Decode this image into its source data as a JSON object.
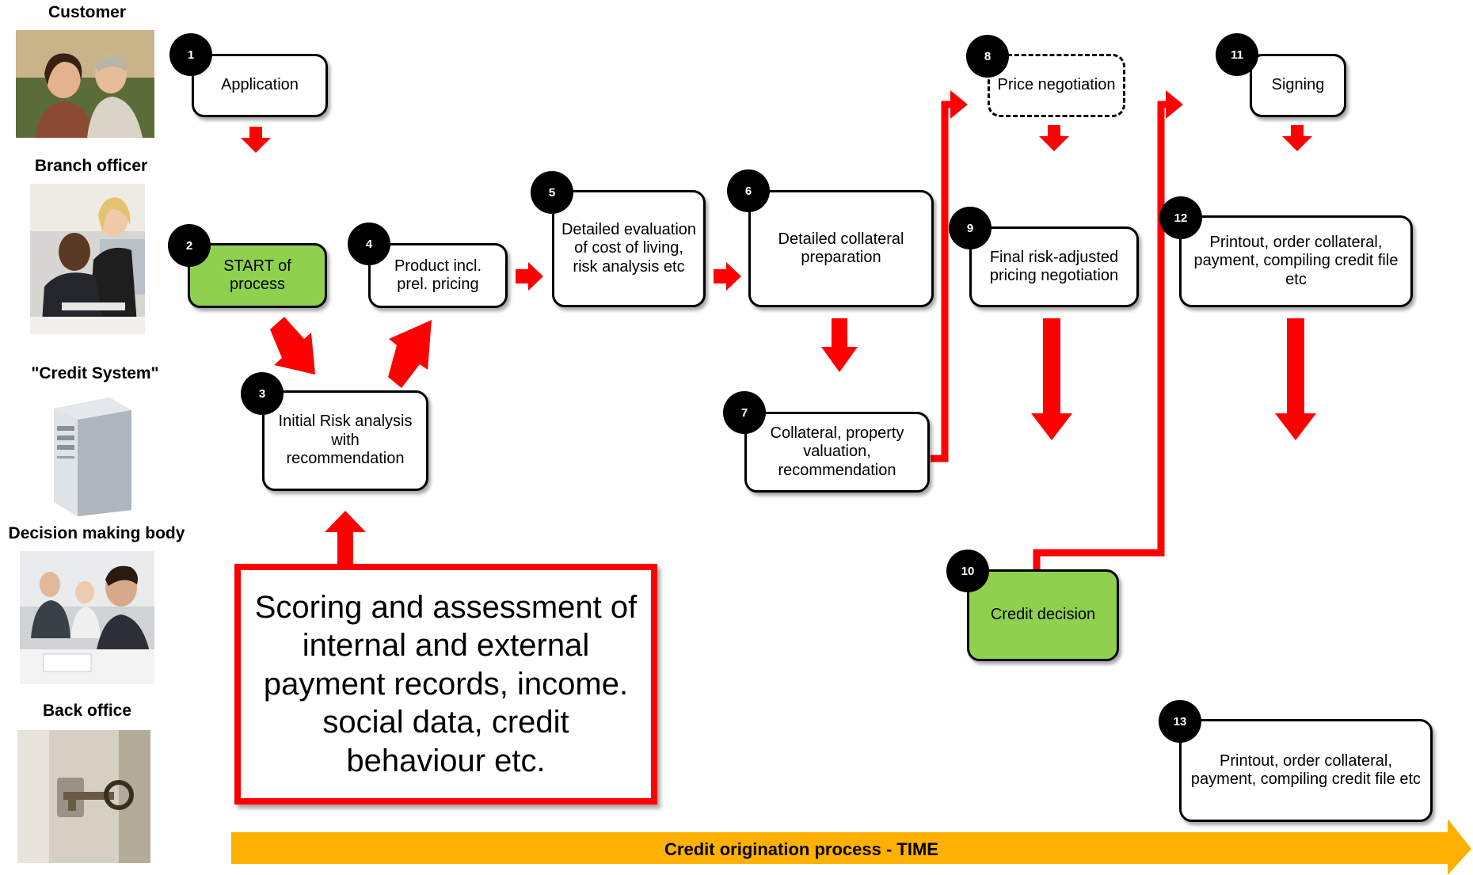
{
  "lanes": [
    {
      "title": "Customer",
      "icon": "customer-photo"
    },
    {
      "title": "Branch officer",
      "icon": "branch-officer-photo"
    },
    {
      "title": "\"Credit System\"",
      "icon": "server-tower-icon"
    },
    {
      "title": "Decision making body",
      "icon": "meeting-photo"
    },
    {
      "title": "Back office",
      "icon": "door-key-photo"
    }
  ],
  "steps": [
    {
      "number": "1",
      "label": "Application"
    },
    {
      "number": "2",
      "label": "START of process"
    },
    {
      "number": "3",
      "label": "Initial Risk analysis with recommendation"
    },
    {
      "number": "4",
      "label": "Product incl. prel. pricing"
    },
    {
      "number": "5",
      "label": "Detailed evaluation of cost of living, risk analysis etc"
    },
    {
      "number": "6",
      "label": "Detailed collateral preparation"
    },
    {
      "number": "7",
      "label": "Collateral, property valuation, recommendation"
    },
    {
      "number": "8",
      "label": "Price negotiation"
    },
    {
      "number": "9",
      "label": "Final risk-adjusted pricing negotiation"
    },
    {
      "number": "10",
      "label": "Credit decision"
    },
    {
      "number": "11",
      "label": "Signing"
    },
    {
      "number": "12",
      "label": "Printout, order collateral, payment, compiling credit file etc"
    },
    {
      "number": "13",
      "label": "Printout, order collateral, payment, compiling credit file etc"
    }
  ],
  "callout": "Scoring and assessment of internal and external payment records, income. social data, credit behaviour etc.",
  "timeline": "Credit origination process - TIME",
  "colors": {
    "arrow": "#ff0000",
    "highlight": "#8fd14f",
    "timeline": "#ffb000",
    "badge": "#000000"
  }
}
